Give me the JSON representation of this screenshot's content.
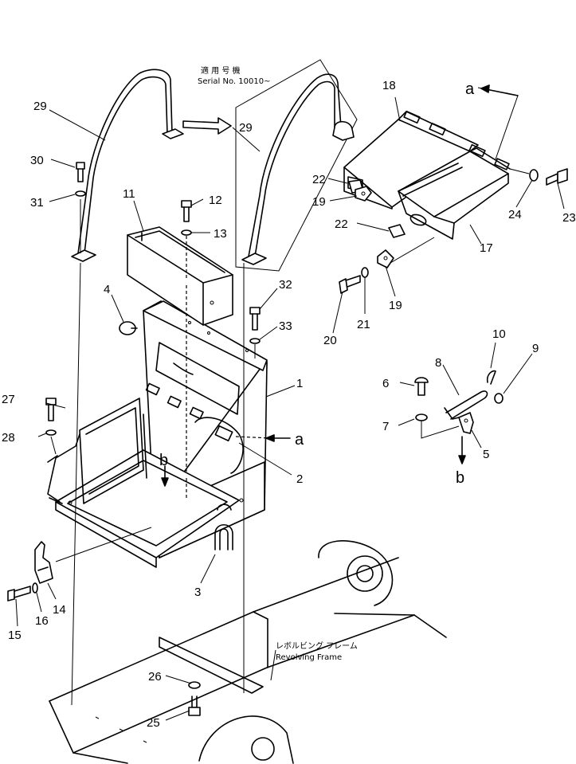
{
  "callouts": [
    {
      "id": "c1",
      "text": "1"
    },
    {
      "id": "c2",
      "text": "2"
    },
    {
      "id": "c3",
      "text": "3"
    },
    {
      "id": "c4",
      "text": "4"
    },
    {
      "id": "c5",
      "text": "5"
    },
    {
      "id": "c6",
      "text": "6"
    },
    {
      "id": "c7",
      "text": "7"
    },
    {
      "id": "c8",
      "text": "8"
    },
    {
      "id": "c9",
      "text": "9"
    },
    {
      "id": "c10",
      "text": "10"
    },
    {
      "id": "c11",
      "text": "11"
    },
    {
      "id": "c12",
      "text": "12"
    },
    {
      "id": "c13",
      "text": "13"
    },
    {
      "id": "c14",
      "text": "14"
    },
    {
      "id": "c15",
      "text": "15"
    },
    {
      "id": "c16",
      "text": "16"
    },
    {
      "id": "c17",
      "text": "17"
    },
    {
      "id": "c18",
      "text": "18"
    },
    {
      "id": "c19a",
      "text": "19"
    },
    {
      "id": "c19b",
      "text": "19"
    },
    {
      "id": "c20",
      "text": "20"
    },
    {
      "id": "c21",
      "text": "21"
    },
    {
      "id": "c22a",
      "text": "22"
    },
    {
      "id": "c22b",
      "text": "22"
    },
    {
      "id": "c23",
      "text": "23"
    },
    {
      "id": "c24",
      "text": "24"
    },
    {
      "id": "c25",
      "text": "25"
    },
    {
      "id": "c26",
      "text": "26"
    },
    {
      "id": "c27",
      "text": "27"
    },
    {
      "id": "c28",
      "text": "28"
    },
    {
      "id": "c29a",
      "text": "29"
    },
    {
      "id": "c29b",
      "text": "29"
    },
    {
      "id": "c30",
      "text": "30"
    },
    {
      "id": "c31",
      "text": "31"
    },
    {
      "id": "c32",
      "text": "32"
    },
    {
      "id": "c33",
      "text": "33"
    }
  ],
  "refs": {
    "a_top": "a",
    "a_mid": "a",
    "b_left": "b",
    "b_right": "b"
  },
  "notes": {
    "serial_jp": "適 用 号 機",
    "serial_en": "Serial No. 10010~",
    "frame_jp": "レボルビング フレーム",
    "frame_en": "Revolving Frame"
  }
}
